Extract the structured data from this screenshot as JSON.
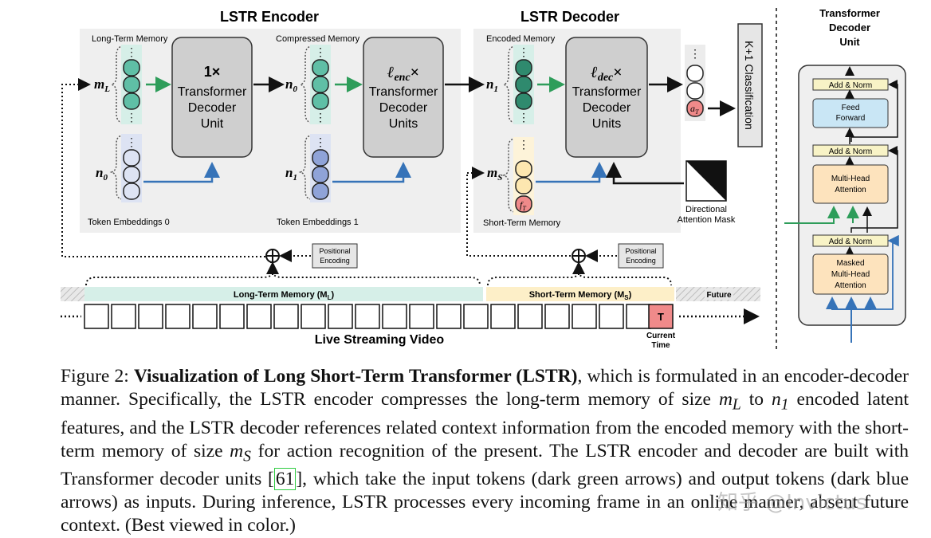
{
  "encoder": {
    "title": "LSTR Encoder",
    "long_term_memory_label": "Long-Term Memory",
    "compressed_memory_label": "Compressed Memory",
    "token_embeddings_0": "Token Embeddings 0",
    "token_embeddings_1": "Token Embeddings 1",
    "m_L": "m",
    "m_L_sub": "L",
    "n0_a": "n",
    "n0_a_sub": "0",
    "n0_b": "n",
    "n0_b_sub": "0",
    "n1_a": "n",
    "n1_a_sub": "1",
    "unit1_line1": "1×",
    "unit1_line2": "Transformer",
    "unit1_line3": "Decoder",
    "unit1_line4": "Unit",
    "unit2_line1": "ℓ",
    "unit2_line1_sub": "enc",
    "unit2_line1_suffix": "×",
    "unit2_line2": "Transformer",
    "unit2_line3": "Decoder",
    "unit2_line4": "Units",
    "positional_encoding_line1": "Positional",
    "positional_encoding_line2": "Encoding"
  },
  "decoder": {
    "title": "LSTR Decoder",
    "encoded_memory_label": "Encoded Memory",
    "short_term_memory_label": "Short-Term Memory",
    "n1": "n",
    "n1_sub": "1",
    "m_S": "m",
    "m_S_sub": "S",
    "f_T": "f",
    "f_T_sub": "T",
    "a_T": "a",
    "a_T_sub": "T",
    "unit_line1": "ℓ",
    "unit_line1_sub": "dec",
    "unit_line1_suffix": "×",
    "unit_line2": "Transformer",
    "unit_line3": "Decoder",
    "unit_line4": "Units",
    "classification": "K+1 Classification",
    "mask_line1": "Directional",
    "mask_line2": "Attention Mask",
    "positional_encoding_line1": "Positional",
    "positional_encoding_line2": "Encoding"
  },
  "stream": {
    "long_term_label": "Long-Term Memory (M",
    "long_term_sub": "L",
    "short_term_label": "Short-Term Memory (M",
    "short_term_sub": "S",
    "future_label": "Future",
    "current_frame": "T",
    "current_time_line1": "Current",
    "current_time_line2": "Time",
    "title": "Live Streaming Video"
  },
  "unit_panel": {
    "title_line1": "Transformer",
    "title_line2": "Decoder",
    "title_line3": "Unit",
    "add_norm": "Add & Norm",
    "feed_forward_line1": "Feed",
    "feed_forward_line2": "Forward",
    "mha_line1": "Multi-Head",
    "mha_line2": "Attention",
    "masked_line1": "Masked",
    "masked_line2": "Multi-Head",
    "masked_line3": "Attention"
  },
  "caption": {
    "label": "Figure 2:",
    "bold": "Visualization of Long Short-Term Transformer (LSTR)",
    "seg1": ", which is formulated in an encoder-decoder manner. Specifically, the LSTR encoder compresses the long-term memory of size ",
    "mL": "m",
    "mL_sub": "L",
    "seg2": " to ",
    "n1": "n",
    "n1_sub": "1",
    "seg3": " encoded latent features, and the LSTR decoder references related context information from the encoded memory with the short-term memory of size ",
    "mS": "m",
    "mS_sub": "S",
    "seg4": " for action recognition of the present. The LSTR encoder and decoder are built with Transformer decoder units ",
    "ref_open": "[",
    "ref": "61",
    "ref_close": "]",
    "seg5": ", which take the input tokens (dark green arrows) and output tokens (dark blue arrows) as inputs. During inference, LSTR processes every incoming frame in an online manner, absent future context. (Best viewed in color.)"
  },
  "watermark": "知乎 @Invictus",
  "colors": {
    "teal_token": "#5fbfa6",
    "dark_teal_token": "#2f8a6e",
    "blue_token": "#8fa3d8",
    "short_token": "#fde7b0",
    "red_token": "#f08a8a",
    "green_arrow": "#2e9d5a",
    "blue_arrow": "#3673b8"
  }
}
